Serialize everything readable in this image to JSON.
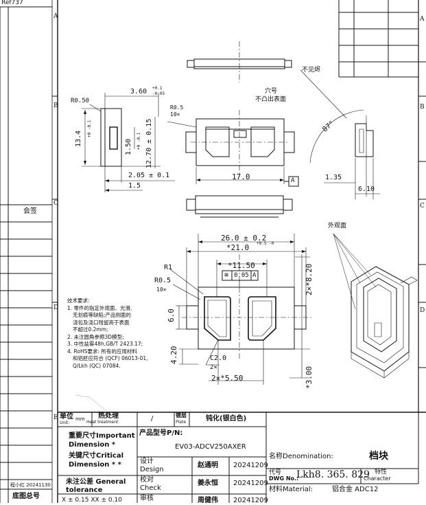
{
  "corner": {
    "ref": "Ref737"
  },
  "grid": {
    "rows": [
      "A",
      "B",
      "C",
      "D",
      "E"
    ]
  },
  "left_column": {
    "sign_label": "会签",
    "date_stamp": "程小红 20241130",
    "base_no_label": "底图总号"
  },
  "notes": {
    "not_visible": "不见烬",
    "hole_label_1": "穴号",
    "hole_label_2": "不凸出表面",
    "appearance_face": "外观面",
    "tech_title": "技术要求:",
    "tech_lines": [
      "1. 零件的指定外观面、光滑,",
      "无划痕等缺陷;产品侧面的",
      "浇包及浇口残留高于表面",
      "不超过0.2mm;",
      "2. 未注圆角参照3D模型;",
      "3. 中性盐雾48h,GB/T 2423.17;",
      "4. RoHS要求: 所有的应用材料",
      "和铝胚应符合 (QCF) 06013-01,",
      "Q/Lkh (QC) 07084."
    ]
  },
  "dims": {
    "r050": "R0.50",
    "w360": "3.60",
    "w360_tol_up": "+0.1",
    "w360_tol_dn": "-0.05",
    "r05_top": "R0.5",
    "r05_top_count": "10×",
    "h134": "13.4",
    "h134_tol": "+0 -0.1",
    "h150": "1.50",
    "h150_tol": "+0 -0.1",
    "h1270": "12.70 ± 0.15",
    "w205": "2.05 ± 0.1",
    "w15": "1.5",
    "w170": "17.0",
    "datum_a": "A",
    "w135": "1.35",
    "w610": "6.10",
    "angle": "87°",
    "w260": "26.0 ± 0.2",
    "w210": "*21.0",
    "w210_tol": "+0.5 -0",
    "w1150": "*11.50",
    "gtol_sym": "≡",
    "gtol_val": "0.05",
    "gtol_ref": "A",
    "r1": "R1",
    "r05": "R0.5",
    "r05_count": "10×",
    "h60": "6.0",
    "h420": "4.20",
    "c20": "C2.0",
    "c20_count": "2×",
    "w550": "2×*5.50",
    "h820": "2×*8.20",
    "h300": "*3.00"
  },
  "title_block": {
    "unit_label": "单位",
    "unit_label_en": "Unit:",
    "unit_value": "mm",
    "heat_label": "热处理",
    "heat_label_en": "Heat treatment",
    "heat_value": "/",
    "plate_label": "镀层",
    "plate_label_en": "Plate",
    "plate_value": "钝化(银白色)",
    "important_cn": "重要尺寸Important",
    "important_en": "Dimension *",
    "critical_cn": "关键尺寸Critical",
    "critical_en": "Dimension * *",
    "general_cn": "未注公差 General",
    "general_en": "tolerance",
    "tol_row": "X ± 0.15     XX ± 0.10",
    "pn_label": "产品型号P/N:",
    "pn_value": "EV03-ADCV250AXER",
    "design_cn": "设计",
    "design_en": "Design",
    "design_name": "赵通明",
    "design_date": "20241209",
    "check_cn": "校对",
    "check_en": "Check",
    "check_name": "姜永恒",
    "check_date": "20241209",
    "review_cn": "审核",
    "review_name": "周健伟",
    "review_date": "20241209",
    "denom_label": "名称Denomination:",
    "denom_value": "档块",
    "dwg_label": "代号",
    "dwg_label_en": "DWG No.:",
    "dwg_value": "Lkh8. 365. 829",
    "char_label": "特性",
    "char_label_en": "Character",
    "material_label": "材料Material:",
    "material_value": "铝合金  ADC12"
  }
}
